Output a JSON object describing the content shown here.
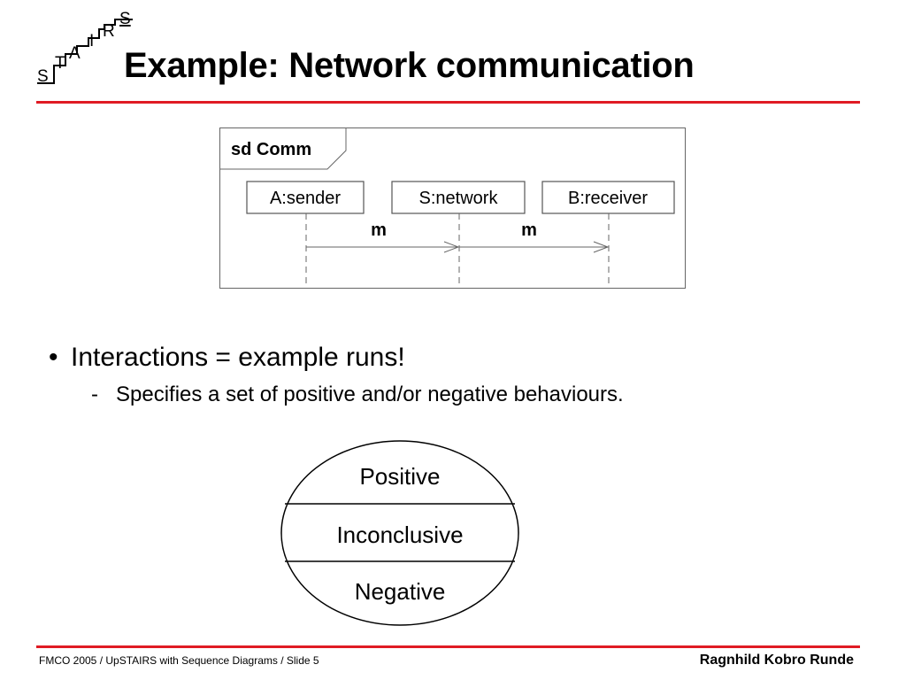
{
  "logo": {
    "letters": [
      "S",
      "T",
      "A",
      "I",
      "R",
      "S"
    ]
  },
  "title": "Example: Network communication",
  "sequence_diagram": {
    "frame_label": "sd Comm",
    "lifelines": [
      "A:sender",
      "S:network",
      "B:receiver"
    ],
    "messages": [
      {
        "label": "m",
        "from": "A:sender",
        "to": "S:network"
      },
      {
        "label": "m",
        "from": "S:network",
        "to": "B:receiver"
      }
    ]
  },
  "bullets": {
    "main": "Interactions = example runs!",
    "sub": "Specifies a set of positive and/or negative behaviours."
  },
  "ellipse": {
    "regions": [
      "Positive",
      "Inconclusive",
      "Negative"
    ]
  },
  "footer": {
    "left": "FMCO 2005 / UpSTAIRS with Sequence Diagrams / Slide 5",
    "right": "Ragnhild Kobro Runde"
  },
  "colors": {
    "accent_rule": "#e01b24",
    "line": "#000000",
    "lifeline": "#555555"
  }
}
